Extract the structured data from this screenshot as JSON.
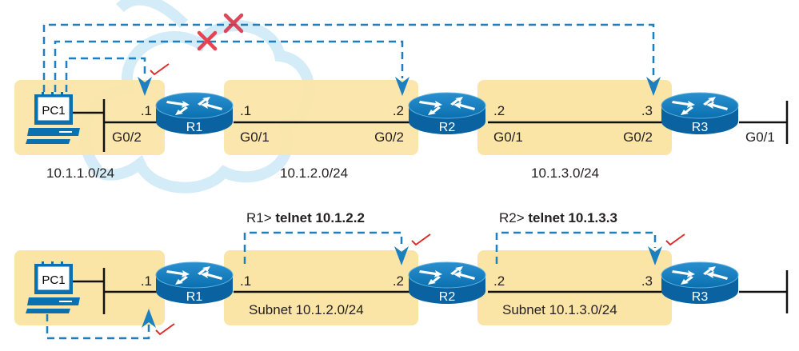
{
  "colors": {
    "subnet_fill": "#fbe5a6",
    "device_blue": "#0a70b0",
    "path_blue": "#1b7fc0",
    "fail_red": "#e8303f",
    "ok_red": "#e02a2a",
    "line": "#111111",
    "watermark": "#bfe2f3"
  },
  "top": {
    "pc": "PC1",
    "routers": [
      "R1",
      "R2",
      "R3"
    ],
    "r1": {
      "g02_addr": ".1",
      "g02": "G0/2",
      "g01_addr": ".1",
      "g01": "G0/1"
    },
    "r2": {
      "g02_addr": ".2",
      "g02": "G0/2",
      "g01_addr": ".2",
      "g01": "G0/1"
    },
    "r3": {
      "g02_addr": ".3",
      "g02": "G0/2",
      "g01": "G0/1"
    },
    "subnets": [
      "10.1.1.0/24",
      "10.1.2.0/24",
      "10.1.3.0/24"
    ],
    "paths": [
      {
        "from": "PC1",
        "to": "R1 .1",
        "result": "success"
      },
      {
        "from": "PC1",
        "to": "R2 .2",
        "result": "fail"
      },
      {
        "from": "PC1",
        "to": "R3 .3",
        "result": "fail"
      }
    ]
  },
  "bottom": {
    "pc": "PC1",
    "routers": [
      "R1",
      "R2",
      "R3"
    ],
    "r1_addr": ".1",
    "r1_right_addr": ".1",
    "r2_left_addr": ".2",
    "r2_right_addr": ".2",
    "r3_addr": ".3",
    "subnet_1": "Subnet 10.1.2.0/24",
    "subnet_2": "Subnet 10.1.3.0/24",
    "cmd1_prompt": "R1> ",
    "cmd1": "telnet 10.1.2.2",
    "cmd2_prompt": "R2> ",
    "cmd2": "telnet 10.1.3.3",
    "paths": [
      {
        "from": "PC1",
        "to": "R1 .1",
        "result": "success"
      },
      {
        "from": "R1",
        "to": "R2 .2",
        "result": "success"
      },
      {
        "from": "R2",
        "to": "R3 .3",
        "result": "success"
      }
    ]
  }
}
